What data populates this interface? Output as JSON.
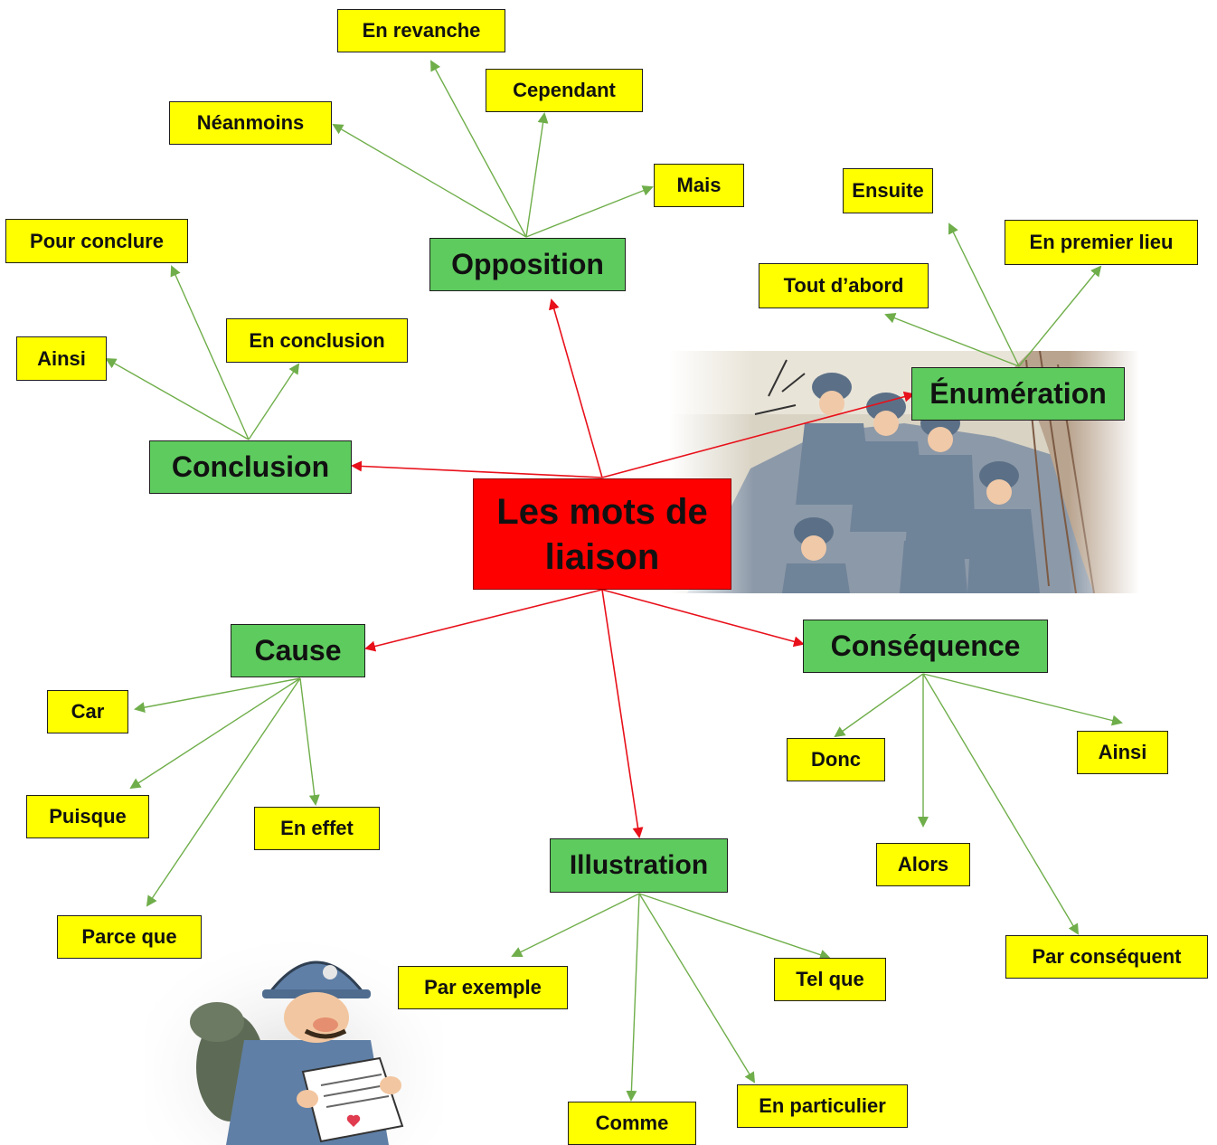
{
  "title": "Les mots de liaison",
  "colors": {
    "center": "#ff0000",
    "category": "#5ecb5e",
    "leaf": "#ffff00",
    "primary_arrow": "#e8101a",
    "secondary_arrow": "#6fae4a"
  },
  "categories": {
    "opposition": {
      "label": "Opposition",
      "items": [
        "En revanche",
        "Cependant",
        "Néanmoins",
        "Mais"
      ]
    },
    "enumeration": {
      "label": "Énumération",
      "items": [
        "Ensuite",
        "En premier lieu",
        "Tout d’abord"
      ]
    },
    "conclusion": {
      "label": "Conclusion",
      "items": [
        "Pour conclure",
        "Ainsi",
        "En conclusion"
      ]
    },
    "cause": {
      "label": "Cause",
      "items": [
        "Car",
        "Puisque",
        "En effet",
        "Parce que"
      ]
    },
    "consequence": {
      "label": "Conséquence",
      "items": [
        "Donc",
        "Ainsi",
        "Alors",
        "Par conséquent"
      ]
    },
    "illustration": {
      "label": "Illustration",
      "items": [
        "Par exemple",
        "Tel que",
        "Comme",
        "En particulier"
      ]
    }
  },
  "illustrations": [
    "soldiers-in-trench",
    "soldier-reading-letter"
  ]
}
